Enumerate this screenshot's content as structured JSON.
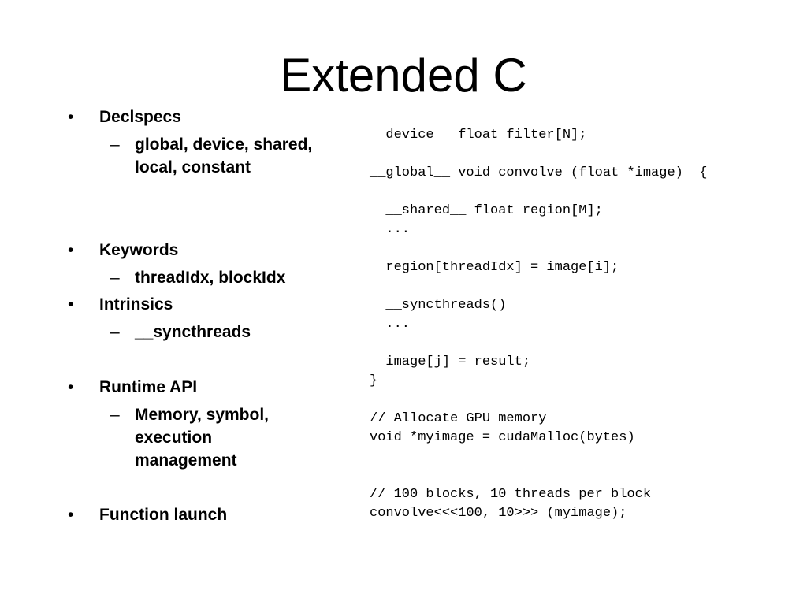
{
  "slide": {
    "title": "Extended C"
  },
  "bullets": {
    "declspecs": "Declspecs",
    "declspecs_sub": "global, device, shared,\nlocal, constant",
    "keywords": "Keywords",
    "keywords_sub": "threadIdx, blockIdx",
    "intrinsics": "Intrinsics",
    "intrinsics_sub": "__syncthreads",
    "runtime_api": "Runtime API",
    "runtime_api_sub": "Memory, symbol,\nexecution\nmanagement",
    "function_launch": "Function launch",
    "bullet_glyph": "•",
    "dash_glyph": "–"
  },
  "code": {
    "text": "__device__ float filter[N];\n\n__global__ void convolve (float *image)  {\n\n  __shared__ float region[M];\n  ...\n\n  region[threadIdx] = image[i];\n\n  __syncthreads()\n  ...\n\n  image[j] = result;\n}\n\n// Allocate GPU memory\nvoid *myimage = cudaMalloc(bytes)\n\n\n// 100 blocks, 10 threads per block\nconvolve<<<100, 10>>> (myimage);"
  }
}
